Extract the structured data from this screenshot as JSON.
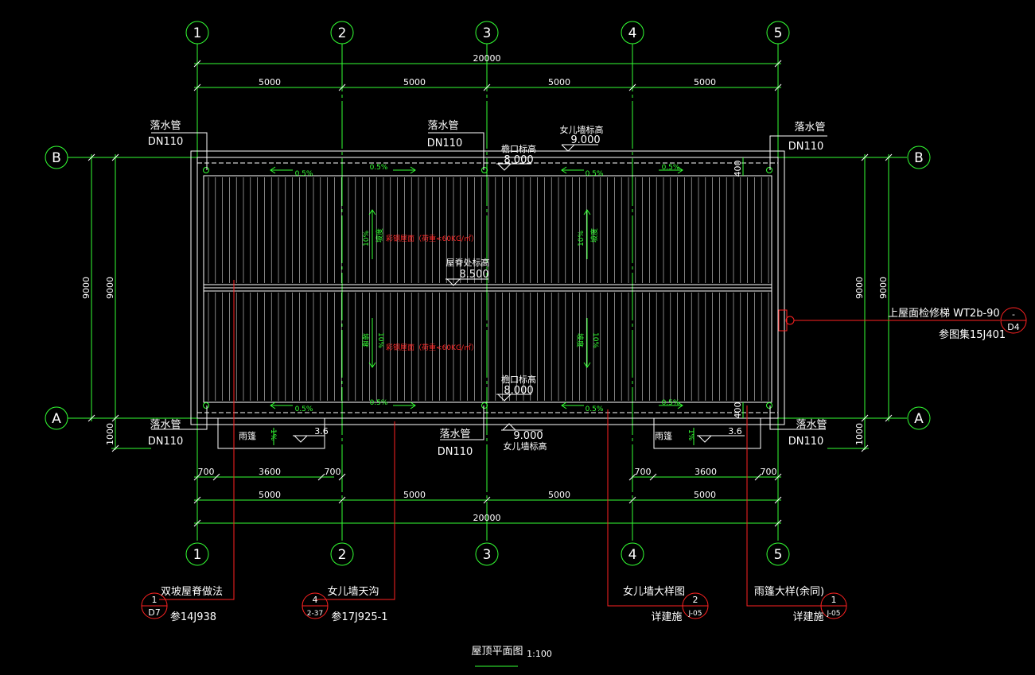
{
  "axes": {
    "cols": [
      "1",
      "2",
      "3",
      "4",
      "5"
    ],
    "rows": [
      "B",
      "A"
    ]
  },
  "dims": {
    "total": "20000",
    "bay": "5000",
    "side_total": "9000",
    "side_offset": "1000",
    "canopy_left": "700",
    "canopy_mid": "3600",
    "canopy_right": "700",
    "parapet_400": "400"
  },
  "labels": {
    "downpipe": "落水管",
    "dn": "DN110",
    "parapet_top": "女儿墙标高",
    "parapet_val": "9.000",
    "eave_level": "檐口标高",
    "eave_val": "8.000",
    "ridge_level": "屋脊处标高",
    "ridge_val": "8.500",
    "slope_05": "0.5%",
    "slope_10": "10%",
    "slope_word": "坡度",
    "red_note": "彩钢屋面（荷重<60KG/㎡）",
    "canopy": "雨篷",
    "canopy_slope": "1%",
    "canopy_val": "3.6",
    "access_ladder": "上屋面检修梯 WT2b-90",
    "access_ref": "参图集15J401",
    "access_sym_top": "-",
    "access_sym_bot": "D4"
  },
  "callouts": [
    {
      "title": "双坡屋脊做法",
      "ref": "参14J938",
      "sym_top": "1",
      "sym_bot": "D7"
    },
    {
      "title": "女儿墙天沟",
      "ref": "参17J925-1",
      "sym_top": "4",
      "sym_bot": "2-37"
    },
    {
      "title": "女儿墙大样图",
      "ref": "详建施",
      "sym_top": "2",
      "sym_bot": "J-05"
    },
    {
      "title": "雨篷大样(余同)",
      "ref": "详建施",
      "sym_top": "1",
      "sym_bot": "J-05"
    }
  ],
  "drawing_title": "屋顶平面图",
  "drawing_scale": "1:100"
}
